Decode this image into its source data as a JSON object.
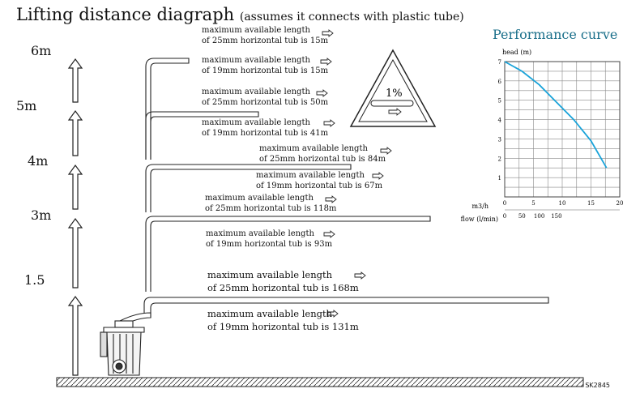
{
  "title": "Lifting distance diagraph",
  "subtitle": "(assumes it connects with plastic tube)",
  "height_labels": [
    "6m",
    "5m",
    "4m",
    "3m",
    "1.5"
  ],
  "notes": [
    {
      "line1": "maximum available length",
      "line2": "of 25mm horizontal tub is 15m"
    },
    {
      "line1": "maximum available length",
      "line2": "of 19mm horizontal tub is 15m"
    },
    {
      "line1": "maximum available length",
      "line2": "of 25mm horizontal tub is 50m"
    },
    {
      "line1": "maximum available length",
      "line2": "of 19mm horizontal tub is 41m"
    },
    {
      "line1": "maximum available length",
      "line2": "of 25mm horizontal tub is 84m"
    },
    {
      "line1": "maximum available length",
      "line2": "of 19mm horizontal tub is 67m"
    },
    {
      "line1": "maximum available length",
      "line2": "of 25mm horizontal tub is 118m"
    },
    {
      "line1": "maximum available length",
      "line2": "of 19mm horizontal tub is 93m"
    },
    {
      "line1": "maximum available length",
      "line2": "of 25mm horizontal tub is 168m"
    },
    {
      "line1": "maximum available length",
      "line2": "of 19mm horizontal tub is 131m"
    }
  ],
  "slope_sign": "1%",
  "performance_title": "Performance curve",
  "chart_data": {
    "type": "line",
    "ylabel": "head (m)",
    "x_primary_label": "m3/h",
    "x_secondary_label": "flow (l/min)",
    "xlim": [
      0,
      20
    ],
    "ylim": [
      0,
      7
    ],
    "x_ticks": [
      "0",
      "5",
      "10",
      "15",
      "20"
    ],
    "x2_ticks": [
      "0",
      "50",
      "100",
      "150"
    ],
    "y_ticks": [
      "1",
      "2",
      "3",
      "4",
      "5",
      "6",
      "7"
    ],
    "grid": true,
    "series": [
      {
        "color": "#1aa3d9",
        "x": [
          0,
          3,
          6,
          9,
          12,
          15,
          17.7
        ],
        "y": [
          7.0,
          6.5,
          5.8,
          4.9,
          4.0,
          2.9,
          1.5
        ]
      }
    ]
  },
  "sheet_code": "SK2845"
}
